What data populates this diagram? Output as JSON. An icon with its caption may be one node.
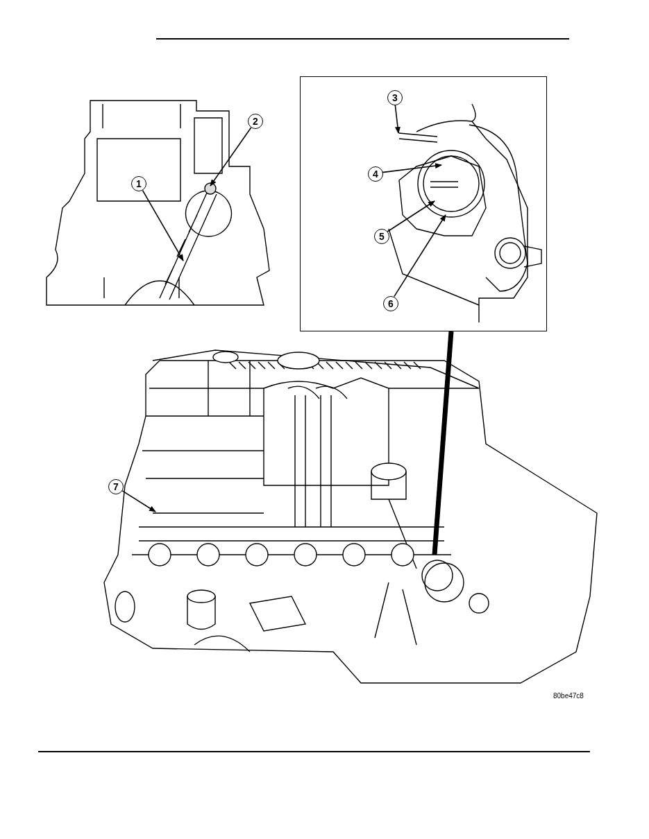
{
  "diagram": {
    "nodes": [
      {
        "text": [
          "1"
        ]
      },
      {
        "text": [
          "2"
        ]
      },
      {
        "text": [],
        "shape": "box"
      },
      {
        "text": [
          "3"
        ],
        "in": 2
      },
      {
        "text": [
          "4"
        ],
        "in": 2
      },
      {
        "text": [
          "5"
        ],
        "in": 2
      },
      {
        "text": [
          "6"
        ],
        "in": 2
      },
      {
        "text": [
          "7"
        ]
      }
    ],
    "edges": [
      {
        "from": 0,
        "to": null,
        "arrow": "to"
      },
      {
        "from": 1,
        "to": null,
        "arrow": "to"
      },
      {
        "from": 3,
        "to": null,
        "arrow": "to"
      },
      {
        "from": 4,
        "to": null,
        "arrow": "to"
      },
      {
        "from": 5,
        "to": null,
        "arrow": "to"
      },
      {
        "from": 6,
        "to": null,
        "arrow": "to"
      },
      {
        "from": 7,
        "to": null,
        "arrow": "to"
      },
      {
        "from": 2,
        "to": null,
        "arrow": "none",
        "style": "thick"
      }
    ],
    "labels": [
      "80be47c8"
    ]
  }
}
